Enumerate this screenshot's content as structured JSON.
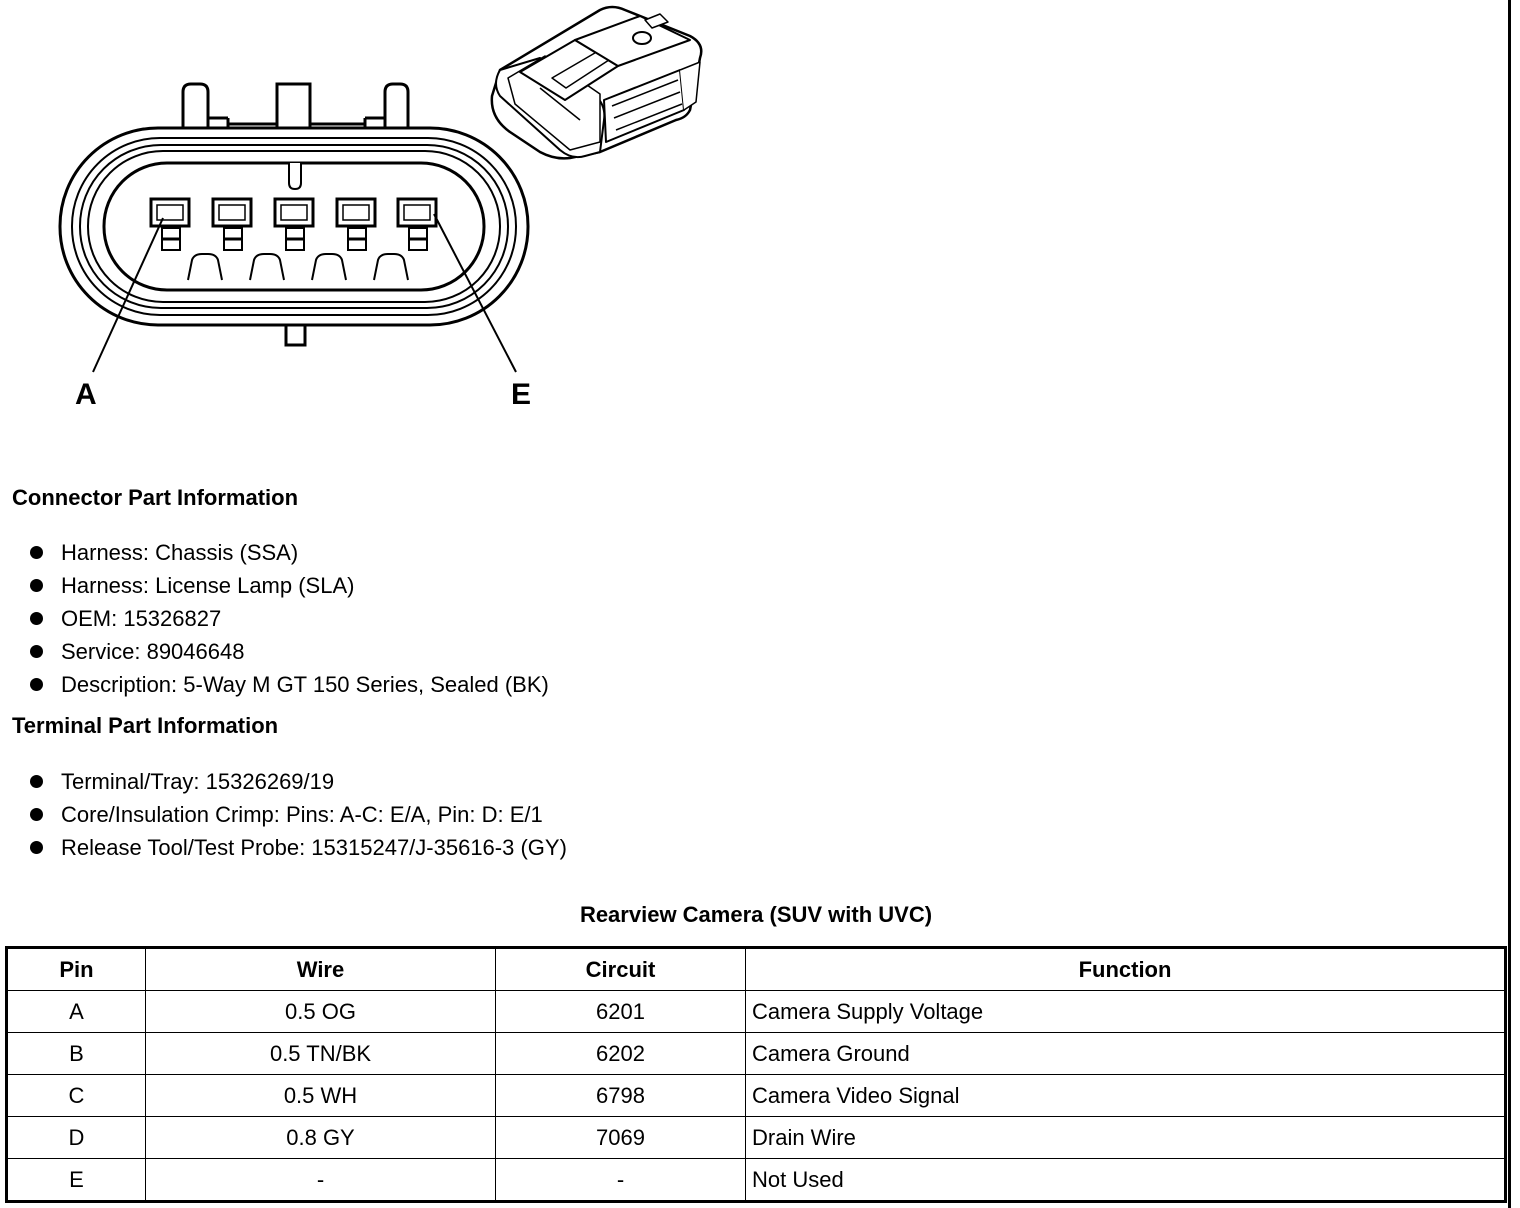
{
  "diagram": {
    "callouts": {
      "pin_a": "A",
      "pin_e": "E"
    }
  },
  "connector_part_information": {
    "heading": "Connector Part Information",
    "items": [
      "Harness: Chassis (SSA)",
      "Harness: License Lamp (SLA)",
      "OEM: 15326827",
      "Service: 89046648",
      "Description: 5-Way M GT 150 Series, Sealed (BK)"
    ]
  },
  "terminal_part_information": {
    "heading": "Terminal Part Information",
    "items": [
      "Terminal/Tray: 15326269/19",
      "Core/Insulation Crimp: Pins: A-C: E/A, Pin: D: E/1",
      "Release Tool/Test Probe: 15315247/J-35616-3 (GY)"
    ]
  },
  "pinout_table": {
    "title": "Rearview Camera (SUV with UVC)",
    "headers": {
      "pin": "Pin",
      "wire": "Wire",
      "circuit": "Circuit",
      "function": "Function"
    },
    "rows": [
      {
        "pin": "A",
        "wire": "0.5 OG",
        "circuit": "6201",
        "function": "Camera Supply Voltage"
      },
      {
        "pin": "B",
        "wire": "0.5 TN/BK",
        "circuit": "6202",
        "function": "Camera Ground"
      },
      {
        "pin": "C",
        "wire": "0.5 WH",
        "circuit": "6798",
        "function": "Camera Video Signal"
      },
      {
        "pin": "D",
        "wire": "0.8 GY",
        "circuit": "7069",
        "function": "Drain Wire"
      },
      {
        "pin": "E",
        "wire": "-",
        "circuit": "-",
        "function": "Not Used"
      }
    ]
  }
}
